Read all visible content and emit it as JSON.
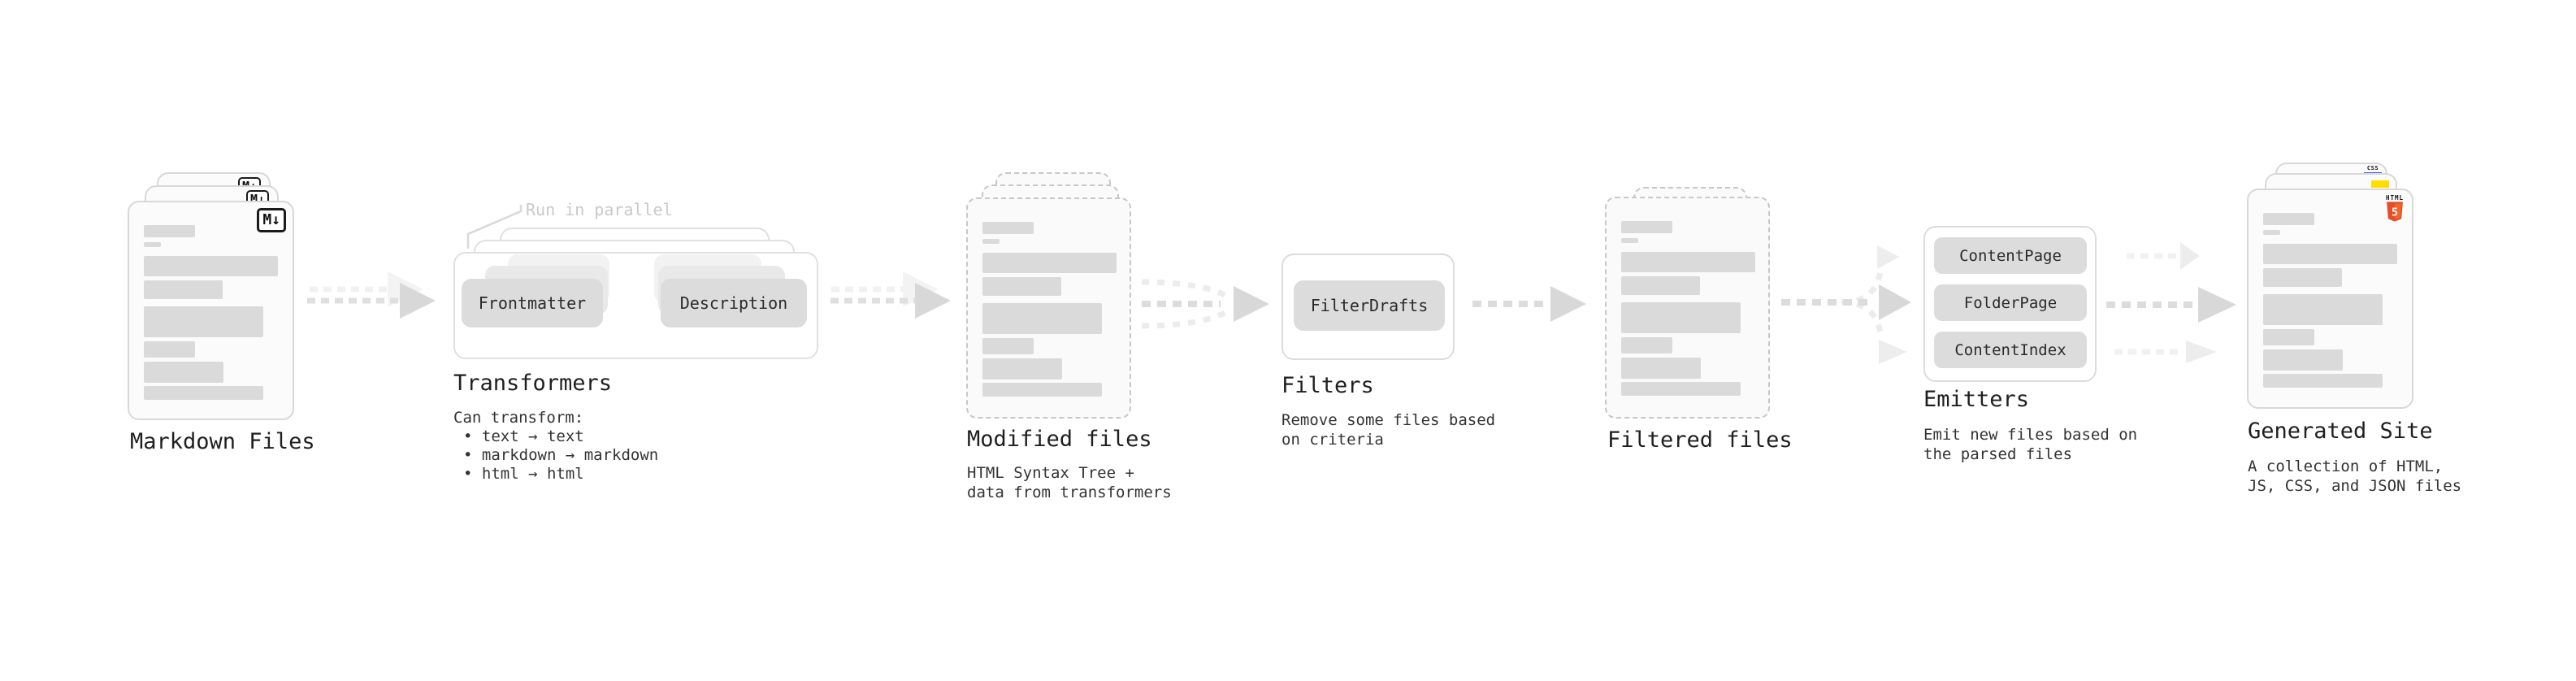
{
  "diagram": {
    "markdown_files": {
      "title": "Markdown Files",
      "icon_label": "M↓"
    },
    "transformers": {
      "title": "Transformers",
      "parallel_label": "Run in parallel",
      "pill_left": "Frontmatter",
      "pill_right": "Description",
      "note_heading": "Can transform:",
      "bullets": [
        "• text → text",
        "• markdown → markdown",
        "• html → html"
      ]
    },
    "modified_files": {
      "title": "Modified files",
      "note_line1": "HTML Syntax Tree +",
      "note_line2": "data from transformers"
    },
    "filters": {
      "title": "Filters",
      "pill": "FilterDrafts",
      "note_line1": "Remove some files based",
      "note_line2": "on criteria"
    },
    "filtered_files": {
      "title": "Filtered files"
    },
    "emitters": {
      "title": "Emitters",
      "pills": [
        "ContentPage",
        "FolderPage",
        "ContentIndex"
      ],
      "note_line1": "Emit new files based on",
      "note_line2": "the parsed files"
    },
    "generated_site": {
      "title": "Generated Site",
      "note_line1": "A collection of HTML,",
      "note_line2": "JS, CSS, and JSON files",
      "css_label": "CSS",
      "html_label": "HTML",
      "html_number": "5"
    }
  },
  "colors": {
    "title_ink": "#1f1f1f",
    "note_ink": "#333333",
    "muted_label": "#c9c9c9",
    "css_blue": "#2f63e0",
    "js_yellow": "#ffdd00",
    "html5_orange": "#e44d26",
    "html5_orange_light": "#f16529"
  }
}
